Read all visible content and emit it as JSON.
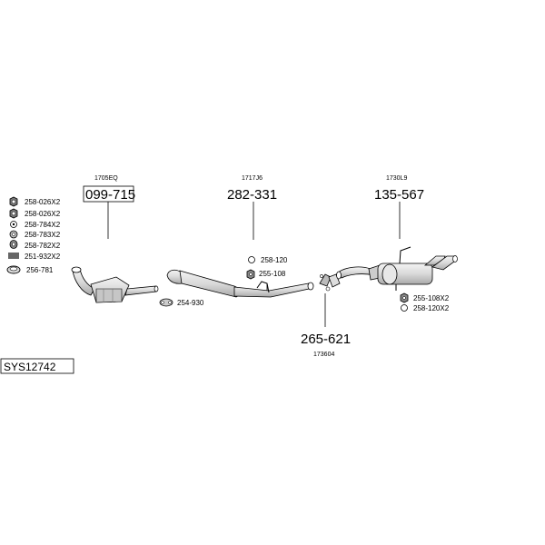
{
  "system_code": "SYS12742",
  "main_parts": [
    {
      "ref": "1705EQ",
      "number": "099-715",
      "boxed": true
    },
    {
      "ref": "1717J6",
      "number": "282-331",
      "boxed": false
    },
    {
      "ref": "1730L9",
      "number": "135-567",
      "boxed": false
    },
    {
      "ref": "173604",
      "number": "265-621",
      "boxed": false
    }
  ],
  "small_parts": {
    "left_column": [
      "258-026X2",
      "258-026X2",
      "258-784X2",
      "258-783X2",
      "258-782X2",
      "251-932X2",
      "256-781"
    ],
    "gasket_mid": "254-930",
    "clamp_top": "258-120",
    "nut_mid": "255-108",
    "rear_nut": "255-108X2",
    "rear_clamp": "258-120X2"
  },
  "icons": {
    "hex_nut": "hex-nut-icon",
    "washer": "washer-icon",
    "spring_washer": "spring-washer-icon",
    "spring": "spring-icon",
    "ring_gasket": "ring-gasket-icon",
    "clamp_ring": "clamp-ring-icon"
  },
  "colors": {
    "line": "#000000",
    "pipe_fill": "#e6e6e6",
    "pipe_shade": "#bdbdbd"
  }
}
